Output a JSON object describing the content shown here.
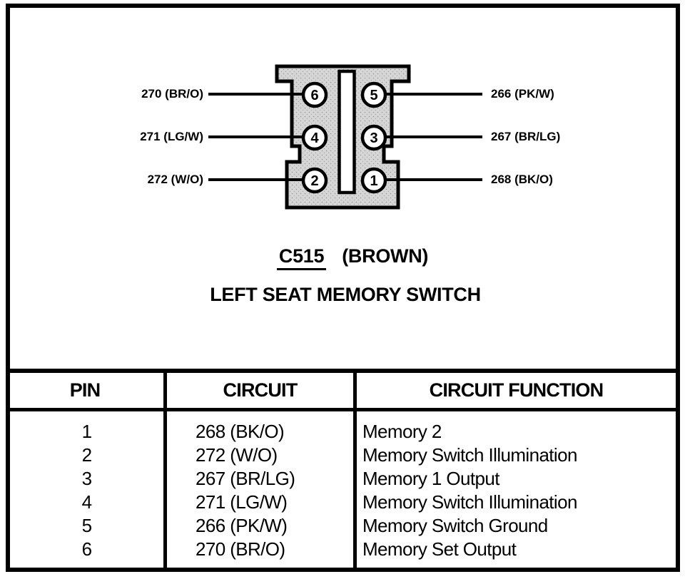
{
  "diagram": {
    "connector_id": "C515",
    "connector_color": "(BROWN)",
    "title": "LEFT SEAT MEMORY SWITCH",
    "pins": [
      {
        "pin": "6",
        "wire": "270 (BR/O)",
        "side": "left"
      },
      {
        "pin": "5",
        "wire": "266 (PK/W)",
        "side": "right"
      },
      {
        "pin": "4",
        "wire": "271 (LG/W)",
        "side": "left"
      },
      {
        "pin": "3",
        "wire": "267 (BR/LG)",
        "side": "right"
      },
      {
        "pin": "2",
        "wire": "272 (W/O)",
        "side": "left"
      },
      {
        "pin": "1",
        "wire": "268 (BK/O)",
        "side": "right"
      }
    ]
  },
  "table": {
    "headers": {
      "pin": "PIN",
      "circuit": "CIRCUIT",
      "function": "CIRCUIT FUNCTION"
    },
    "rows": [
      {
        "pin": "1",
        "circuit": "268 (BK/O)",
        "function": "Memory 2"
      },
      {
        "pin": "2",
        "circuit": "272 (W/O)",
        "function": "Memory Switch Illumination"
      },
      {
        "pin": "3",
        "circuit": "267 (BR/LG)",
        "function": "Memory 1 Output"
      },
      {
        "pin": "4",
        "circuit": "271 (LG/W)",
        "function": "Memory Switch Illumination"
      },
      {
        "pin": "5",
        "circuit": "266 (PK/W)",
        "function": "Memory Switch Ground"
      },
      {
        "pin": "6",
        "circuit": "270 (BR/O)",
        "function": "Memory Set Output"
      }
    ]
  },
  "colors": {
    "ink": "#000000",
    "paper": "#ffffff",
    "connector_fill": "#d6d6d6"
  }
}
